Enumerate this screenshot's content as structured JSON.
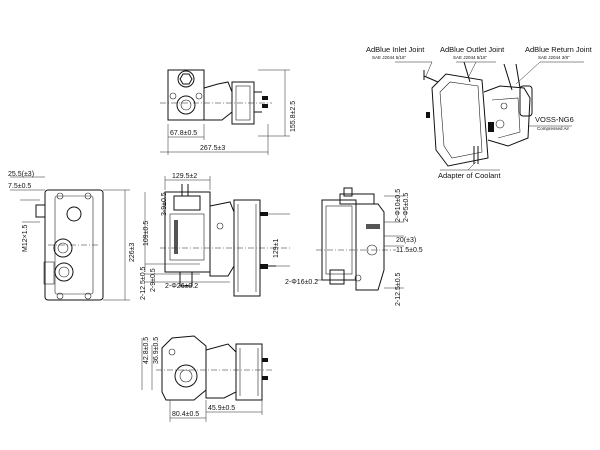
{
  "callouts": {
    "inlet": {
      "title": "AdBlue Inlet Joint",
      "spec": "SAE J2044 5/16\""
    },
    "outlet": {
      "title": "AdBlue Outlet Joint",
      "spec": "SAE J2044 5/16\""
    },
    "return": {
      "title": "AdBlue Return Joint",
      "spec": "SAE J2044 3/8\""
    },
    "voss": {
      "title": "VOSS-NG6",
      "spec": "Compressed Air"
    },
    "coolant": {
      "title": "Adapter of Coolant"
    }
  },
  "dimensions": {
    "top_height": "155.8±2.5",
    "top_small": "67.8±0.5",
    "top_width": "267.5±3",
    "left_r1": "25.5(±3)",
    "left_r2": "7.5±0.5",
    "left_thread": "M12×1.5",
    "left_height": "226±3",
    "front_top": "129.5±2",
    "front_a": "3-9±0.5",
    "front_b": "109±0.5",
    "front_c": "2-12.5±0.5",
    "front_d": "2-9±0.5",
    "front_hole": "2-Φ26±0.2",
    "front_right": "129±1",
    "side_a": "2-Φ10±0.5",
    "side_b": "2-Φ5±0.5",
    "side_angle": "20(±3)",
    "side_c": "11.5±0.5",
    "side_hole": "2-Φ16±0.2",
    "side_d": "2-12.5±0.5",
    "bot_a": "42.8±0.5",
    "bot_b": "36.9±0.5",
    "bot_c": "80.4±0.5",
    "bot_d": "45.9±0.5"
  }
}
